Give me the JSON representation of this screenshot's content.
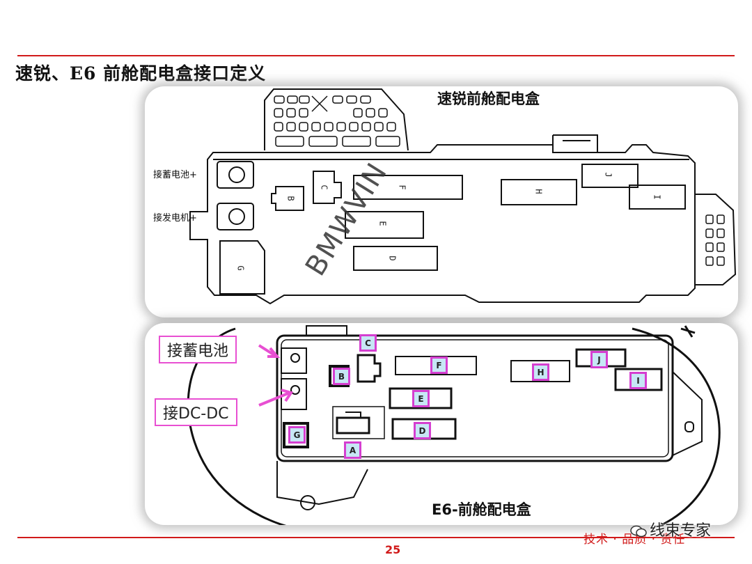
{
  "page": {
    "title": "速锐、E6 前舱配电盒接口定义",
    "page_number": "25",
    "footer_text": "技术 · 品质 · 责任",
    "wechat_account": "线束专家"
  },
  "top_panel": {
    "caption": "速锐前舱配电盒",
    "side_labels": [
      "接蓄电池+",
      "接发电机+"
    ],
    "slot_labels": [
      "B",
      "C",
      "F",
      "H",
      "J",
      "I",
      "E",
      "D",
      "G"
    ]
  },
  "bottom_panel": {
    "caption": "E6-前舱配电盒",
    "callouts": [
      "接蓄电池",
      "接DC-DC"
    ],
    "connector_tags": [
      "A",
      "B",
      "C",
      "D",
      "E",
      "F",
      "G",
      "H",
      "I",
      "J"
    ]
  },
  "watermark": "BMWVIN",
  "colors": {
    "rule_red": "#d11a1a",
    "callout_magenta": "#e84fd2",
    "tag_fill": "#c7e7f5"
  }
}
